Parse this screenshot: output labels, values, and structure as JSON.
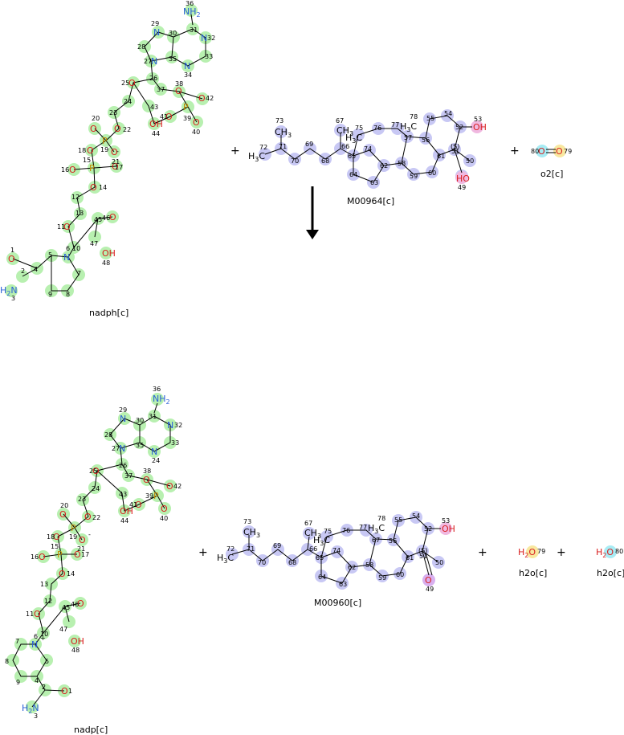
{
  "reactants": {
    "nadph": {
      "name": "nadph[c]"
    },
    "m00964": {
      "name": "M00964[c]"
    },
    "o2": {
      "name": "o2[c]"
    }
  },
  "products": {
    "nadp": {
      "name": "nadp[c]"
    },
    "m00960": {
      "name": "M00960[c]"
    },
    "h2o_a": {
      "name": "h2o[c]"
    },
    "h2o_b": {
      "name": "h2o[c]"
    }
  },
  "operators": {
    "plus": "+"
  },
  "colors": {
    "highlight_green": "#b8f0b0",
    "highlight_lavender": "#c8c8f4",
    "highlight_pink": "#f0b8e0",
    "highlight_cyan": "#a8ecf4",
    "highlight_yellow": "#f8e8a0",
    "nitrogen": "#2a5fd8",
    "oxygen": "#d81e1e",
    "phosphorus": "#c08a00"
  }
}
